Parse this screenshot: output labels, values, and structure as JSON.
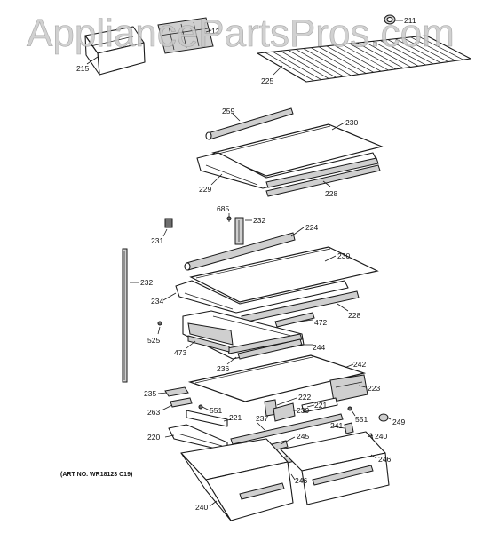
{
  "watermark": "AppliancePartsPros.com",
  "art_number": "(ART NO. WR18123 C19)",
  "callouts": [
    {
      "id": "215",
      "text": "215"
    },
    {
      "id": "212",
      "text": "12"
    },
    {
      "id": "211",
      "text": "211"
    },
    {
      "id": "225",
      "text": "225"
    },
    {
      "id": "259",
      "text": "259"
    },
    {
      "id": "230a",
      "text": "230"
    },
    {
      "id": "229",
      "text": "229"
    },
    {
      "id": "228a",
      "text": "228"
    },
    {
      "id": "685",
      "text": "685"
    },
    {
      "id": "232a",
      "text": "232"
    },
    {
      "id": "224",
      "text": "224"
    },
    {
      "id": "231",
      "text": "231"
    },
    {
      "id": "230b",
      "text": "230"
    },
    {
      "id": "232b",
      "text": "232"
    },
    {
      "id": "234",
      "text": "234"
    },
    {
      "id": "228b",
      "text": "228"
    },
    {
      "id": "472",
      "text": "472"
    },
    {
      "id": "525",
      "text": "525"
    },
    {
      "id": "244",
      "text": "244"
    },
    {
      "id": "473",
      "text": "473"
    },
    {
      "id": "236",
      "text": "236"
    },
    {
      "id": "242",
      "text": "242"
    },
    {
      "id": "235",
      "text": "235"
    },
    {
      "id": "223",
      "text": "223"
    },
    {
      "id": "222",
      "text": "222"
    },
    {
      "id": "263",
      "text": "263"
    },
    {
      "id": "551a",
      "text": "551"
    },
    {
      "id": "221a",
      "text": "221"
    },
    {
      "id": "239",
      "text": "239"
    },
    {
      "id": "221b",
      "text": "221"
    },
    {
      "id": "551b",
      "text": "551"
    },
    {
      "id": "249",
      "text": "249"
    },
    {
      "id": "237",
      "text": "237"
    },
    {
      "id": "241",
      "text": "241"
    },
    {
      "id": "220",
      "text": "220"
    },
    {
      "id": "245",
      "text": "245"
    },
    {
      "id": "240a",
      "text": "240"
    },
    {
      "id": "246a",
      "text": "246"
    },
    {
      "id": "246b",
      "text": "246"
    },
    {
      "id": "240b",
      "text": "240"
    }
  ]
}
